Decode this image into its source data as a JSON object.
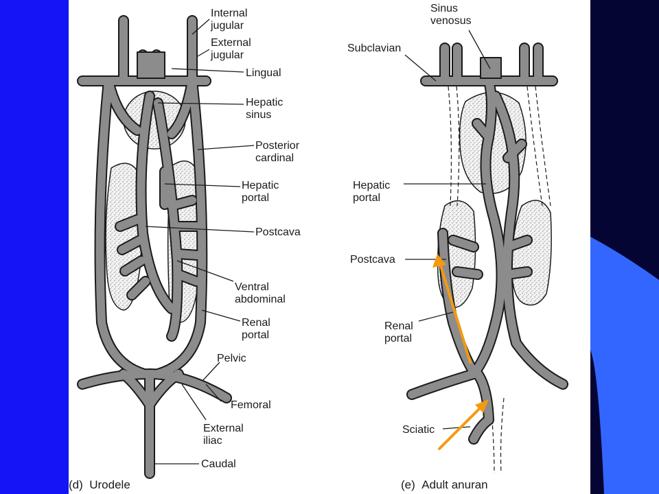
{
  "colors": {
    "left_background": "#1414f5",
    "right_background": "#050533",
    "right_accent": "#3366ff",
    "vessel": "#8c8c8c",
    "vessel_outline": "#1a1a1a",
    "organ_fill": "#e8e8e8",
    "arrow": "#f39a12"
  },
  "panel_d": {
    "tag": "(d)",
    "title": "Urodele",
    "labels": {
      "internal_jugular": [
        "Internal",
        "jugular"
      ],
      "external_jugular": [
        "External",
        "jugular"
      ],
      "lingual": "Lingual",
      "hepatic_sinus": [
        "Hepatic",
        "sinus"
      ],
      "posterior_cardinal": [
        "Posterior",
        "cardinal"
      ],
      "hepatic_portal": [
        "Hepatic",
        "portal"
      ],
      "postcava": "Postcava",
      "ventral_abdominal": [
        "Ventral",
        "abdominal"
      ],
      "renal_portal": [
        "Renal",
        "portal"
      ],
      "pelvic": "Pelvic",
      "femoral": "Femoral",
      "external_iliac": [
        "External",
        "iliac"
      ],
      "caudal": "Caudal"
    }
  },
  "panel_e": {
    "tag": "(e)",
    "title": "Adult anuran",
    "labels": {
      "sinus_venosus": [
        "Sinus",
        "venosus"
      ],
      "subclavian": "Subclavian",
      "hepatic_portal": [
        "Hepatic",
        "portal"
      ],
      "postcava": "Postcava",
      "renal_portal": [
        "Renal",
        "portal"
      ],
      "sciatic": "Sciatic"
    }
  }
}
